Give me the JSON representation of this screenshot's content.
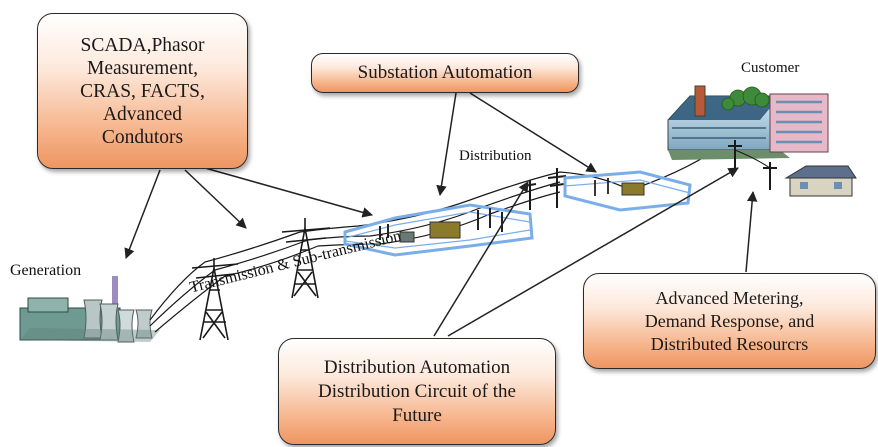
{
  "callouts": {
    "scada_lines": [
      "SCADA,Phasor",
      "Measurement,",
      "CRAS, FACTS,",
      "Advanced",
      "Condutors"
    ],
    "substation": "Substation Automation",
    "metering_lines": [
      "Advanced Metering,",
      "Demand Response, and",
      "Distributed Resourcrs"
    ],
    "distribution_lines": [
      "Distribution Automation",
      "Distribution Circuit of the",
      "Future"
    ]
  },
  "labels": {
    "generation": "Generation",
    "customer": "Customer",
    "distribution": "Distribution",
    "transmission": "Transmission & Sub-transmission"
  },
  "colors": {
    "callout_fill_top": "#ffffff",
    "callout_fill_bottom": "#ef9562",
    "substation_fence": "#7aaee8",
    "tower": "#1a1a1a",
    "arrow": "#222222"
  }
}
